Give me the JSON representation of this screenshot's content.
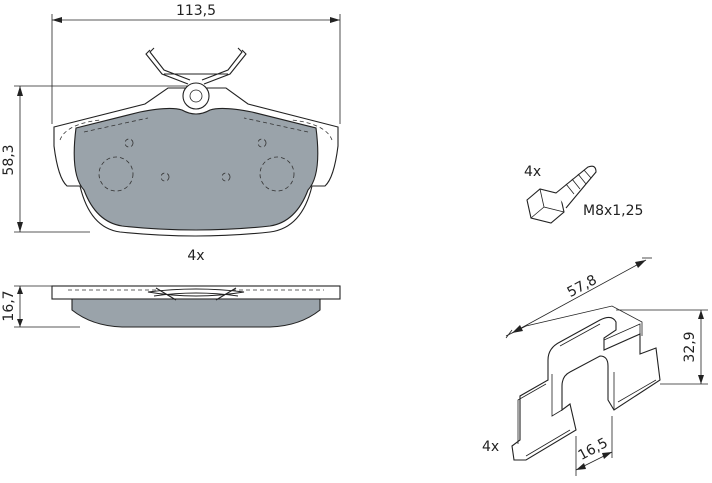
{
  "pad_front": {
    "width_label": "113,5",
    "height_label": "58,3",
    "qty_label": "4x"
  },
  "pad_side": {
    "thickness_label": "16,7"
  },
  "bolt": {
    "qty_label": "4x",
    "thread_label": "M8x1,25"
  },
  "clip": {
    "length_label": "57,8",
    "height_label": "32,9",
    "width_label": "16,5",
    "qty_label": "4x"
  },
  "colors": {
    "friction_material": "#9aa3aa",
    "line": "#222222",
    "background": "#ffffff"
  }
}
